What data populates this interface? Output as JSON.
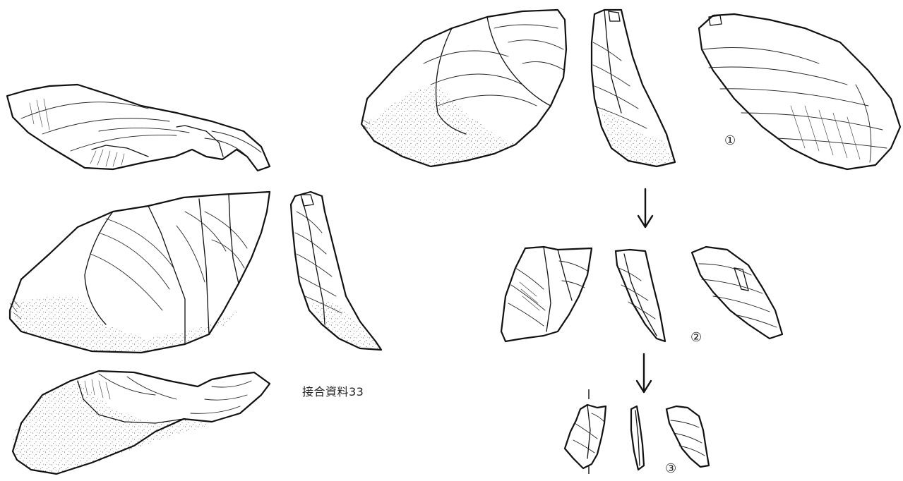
{
  "caption": "接合資料33",
  "stage_labels": [
    "①",
    "②",
    "③"
  ]
}
